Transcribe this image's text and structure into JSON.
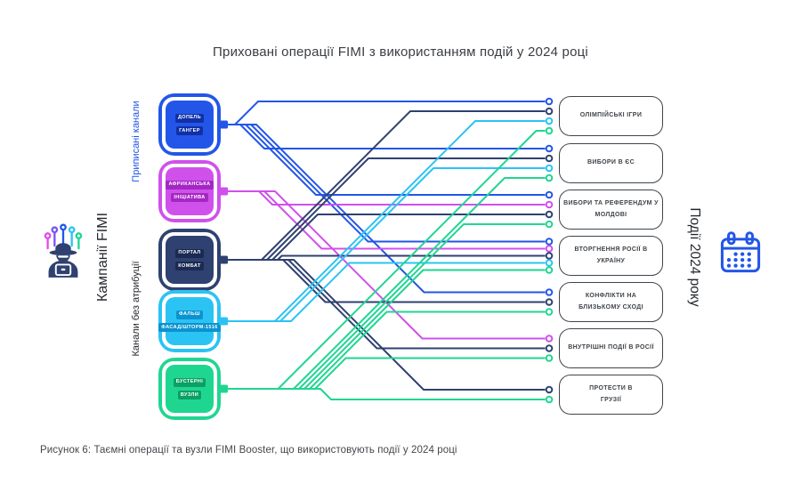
{
  "title": "Приховані операції FIMI з використанням подій у 2024 році",
  "caption": "Рисунок 6: Таємні операції та вузли FIMI Booster, що використовують події у 2024 році",
  "left_axis": {
    "label": "Кампанії FIMI",
    "group_attributed": "Приписані канали",
    "group_unattributed": "Канали без атрибуції"
  },
  "right_axis": {
    "label": "Події 2024 року"
  },
  "colors": {
    "blue": "#2356e8",
    "magenta": "#d050ec",
    "navy": "#2e4170",
    "cyan": "#2bc3f4",
    "green": "#1fd690",
    "dark_text": "#3f4449",
    "attributed_label": "#2356e8"
  },
  "campaigns": [
    {
      "id": "doppelganger",
      "lines": [
        "ДОПЕЛЬ",
        "ГАНГЕР"
      ],
      "group": "attributed",
      "color": "#2356e8",
      "badge": "#1030a8"
    },
    {
      "id": "african-initiative",
      "lines": [
        "АФРИКАНСЬКА",
        "ІНІЦІАТИВА"
      ],
      "group": "attributed",
      "color": "#d050ec",
      "badge": "#a427c4"
    },
    {
      "id": "portal-kombat",
      "lines": [
        "ПОРТАЛ",
        "КОМБАТ"
      ],
      "group": "unattributed",
      "color": "#2e4170",
      "badge": "#1b2a52"
    },
    {
      "id": "false-facade",
      "lines": [
        "ФАЛЬШ",
        "ФАСАД/ШТОРМ-1516"
      ],
      "group": "unattributed",
      "color": "#2bc3f4",
      "badge": "#0a93cf"
    },
    {
      "id": "booster-nodes",
      "lines": [
        "БУСТЕРНІ",
        "ВУЗЛИ"
      ],
      "group": "unattributed",
      "color": "#1fd690",
      "badge": "#0ba064"
    }
  ],
  "events": [
    {
      "id": "olympic-games",
      "lines": [
        "ОЛІМПІЙСЬКІ ІГРИ"
      ]
    },
    {
      "id": "eu-elections",
      "lines": [
        "ВИБОРИ В ЄС"
      ]
    },
    {
      "id": "moldova-elections",
      "lines": [
        "ВИБОРИ ТА РЕФЕРЕНДУМ У",
        "МОЛДОВІ"
      ]
    },
    {
      "id": "russia-invasion-ukraine",
      "lines": [
        "ВТОРГНЕННЯ РОСІЇ В",
        "УКРАЇНУ"
      ]
    },
    {
      "id": "middle-east-conflicts",
      "lines": [
        "КОНФЛІКТИ НА",
        "БЛИЗЬКОМУ СХОДІ"
      ]
    },
    {
      "id": "internal-events-russia",
      "lines": [
        "ВНУТРІШНІ ПОДІЇ В РОСІЇ"
      ]
    },
    {
      "id": "georgia-protests",
      "lines": [
        "ПРОТЕСТИ В",
        "ГРУЗІЇ"
      ]
    }
  ],
  "connections": [
    {
      "campaign": 0,
      "event": 0
    },
    {
      "campaign": 0,
      "event": 1
    },
    {
      "campaign": 0,
      "event": 2
    },
    {
      "campaign": 0,
      "event": 3
    },
    {
      "campaign": 0,
      "event": 4
    },
    {
      "campaign": 1,
      "event": 2
    },
    {
      "campaign": 1,
      "event": 3
    },
    {
      "campaign": 1,
      "event": 5
    },
    {
      "campaign": 2,
      "event": 0
    },
    {
      "campaign": 2,
      "event": 1
    },
    {
      "campaign": 2,
      "event": 2
    },
    {
      "campaign": 2,
      "event": 3
    },
    {
      "campaign": 2,
      "event": 4
    },
    {
      "campaign": 2,
      "event": 5
    },
    {
      "campaign": 2,
      "event": 6
    },
    {
      "campaign": 3,
      "event": 0
    },
    {
      "campaign": 3,
      "event": 1
    },
    {
      "campaign": 3,
      "event": 3
    },
    {
      "campaign": 4,
      "event": 0
    },
    {
      "campaign": 4,
      "event": 1
    },
    {
      "campaign": 4,
      "event": 2
    },
    {
      "campaign": 4,
      "event": 3
    },
    {
      "campaign": 4,
      "event": 4
    },
    {
      "campaign": 4,
      "event": 5
    },
    {
      "campaign": 4,
      "event": 6
    }
  ],
  "icons": {
    "left": "spy-hacker-icon",
    "right": "calendar-icon"
  }
}
